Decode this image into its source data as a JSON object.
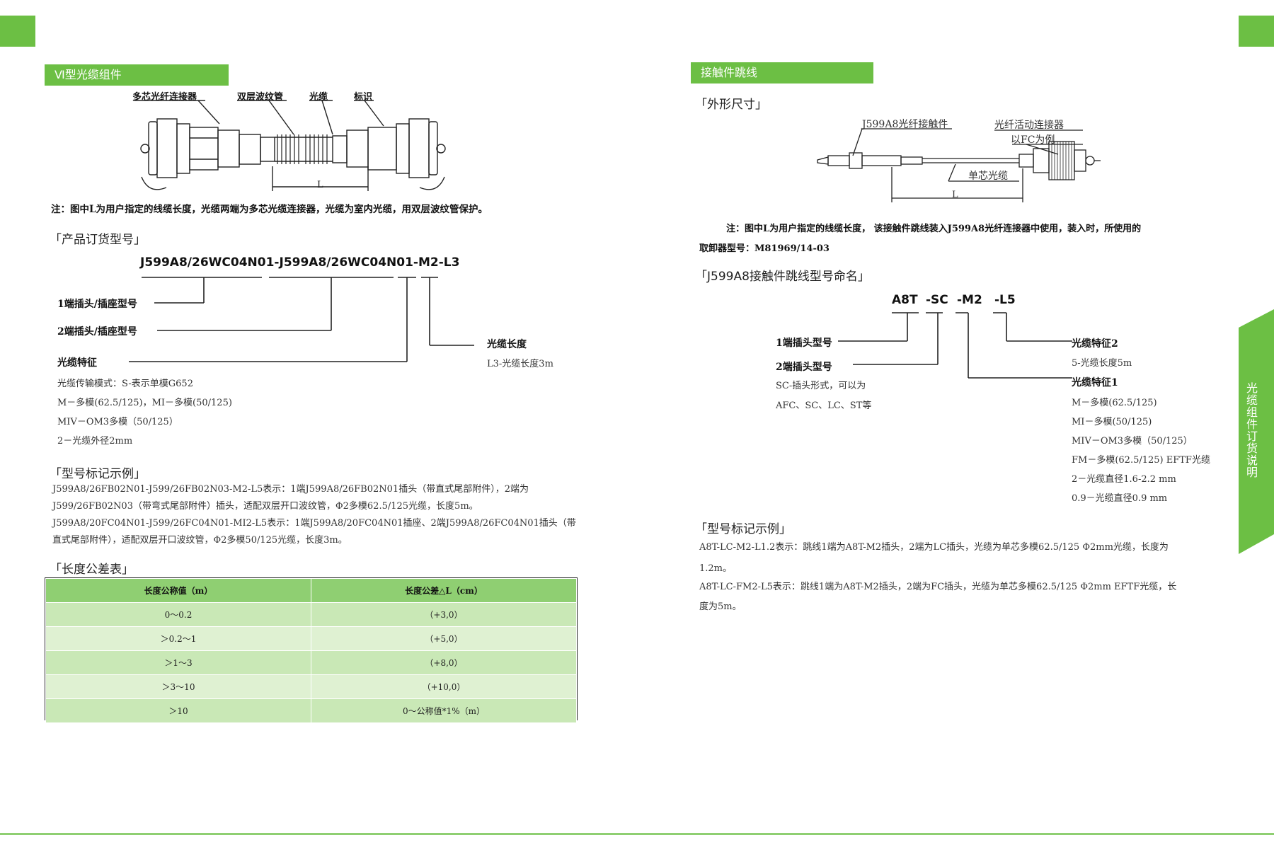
{
  "colors": {
    "accent": "#6cbf44",
    "table_header": "#8fcf72",
    "table_row": "#c9e8b6"
  },
  "left": {
    "section_title": "Ⅵ型光缆组件",
    "diagram_labels": {
      "connector": "多芯光纤连接器",
      "tube": "双层波纹管",
      "cable": "光缆",
      "mark": "标识",
      "length": "L"
    },
    "note": "注：图中L为用户指定的线缆长度，光缆两端为多芯光缆连接器，光缆为室内光缆，用双层波纹管保护。",
    "order_title": "「产品订货型号」",
    "order_code": "J599A8/26WC04N01-J599A8/26WC04N01-M2-L3",
    "order_labels": {
      "end1": "1端插头/插座型号",
      "end2": "2端插头/插座型号",
      "feature": "光缆特征",
      "length": "光缆长度",
      "length_desc": "L3-光缆长度3m"
    },
    "feature_lines": [
      "光缆传输模式：S-表示单模G652",
      "M－多模(62.5/125)，MI－多模(50/125)",
      "MIV－OM3多模（50/125）",
      "2－光缆外径2mm"
    ],
    "example_title": "「型号标记示例」",
    "example_lines": [
      "J599A8/26FB02N01-J599/26FB02N03-M2-L5表示：1端J599A8/26FB02N01插头（带直式尾部附件），2端为",
      "J599/26FB02N03（带弯式尾部附件）插头，适配双层开口波纹管，Φ2多模62.5/125光缆，长度5m。",
      "J599A8/20FC04N01-J599/26FC04N01-MI2-L5表示：1端J599A8/20FC04N01插座、2端J599A8/26FC04N01插头（带",
      "直式尾部附件），适配双层开口波纹管，Φ2多模50/125光缆，长度3m。"
    ],
    "tolerance_title": "「长度公差表」",
    "tolerance_table": {
      "headers": [
        "长度公称值（m）",
        "长度公差△L（cm）"
      ],
      "rows": [
        [
          "0～0.2",
          "（+3,0）"
        ],
        [
          "＞0.2～1",
          "（+5,0）"
        ],
        [
          "＞1～3",
          "（+8,0）"
        ],
        [
          "＞3～10",
          "（+10,0）"
        ],
        [
          "＞10",
          "0～公称值*1%（m）"
        ]
      ]
    }
  },
  "right": {
    "section_title": "接触件跳线",
    "outline_title": "「外形尺寸」",
    "diagram_labels": {
      "contact": "J599A8光纤接触件",
      "active_connector": "光纤活动连接器",
      "fc_example": "以FC为例",
      "single_cable": "单芯光缆",
      "length": "L"
    },
    "note_line1": "注：图中L为用户指定的线缆长度，  该接触件跳线装入J599A8光纤连接器中使用，装入时，所使用的",
    "note_line2": "取卸器型号：M81969/14-03",
    "naming_title": "「J599A8接触件跳线型号命名」",
    "naming_codes": [
      "A8T",
      "-SC",
      "-M2",
      "-L5"
    ],
    "naming_labels": {
      "end1": "1端插头型号",
      "end2": "2端插头型号",
      "end2_desc1": "SC-插头形式，可以为",
      "end2_desc2": "AFC、SC、LC、ST等",
      "feature2": "光缆特征2",
      "feature2_desc": "5-光缆长度5m",
      "feature1": "光缆特征1"
    },
    "feature1_lines": [
      "M－多模(62.5/125)",
      "MI－多模(50/125)",
      "MIV－OM3多模（50/125）",
      "FM－多模(62.5/125) EFTF光缆",
      "2－光缆直径1.6-2.2 mm",
      "0.9－光缆直径0.9 mm"
    ],
    "example_title": "「型号标记示例」",
    "example_lines": [
      "A8T-LC-M2-L1.2表示：跳线1端为A8T-M2插头，2端为LC插头，光缆为单芯多模62.5/125 Φ2mm光缆，长度为",
      "1.2m。",
      "A8T-LC-FM2-L5表示：跳线1端为A8T-M2插头，2端为FC插头，光缆为单芯多模62.5/125 Φ2mm  EFTF光缆，长",
      "度为5m。"
    ],
    "side_tab": "光缆组件订货说明"
  }
}
